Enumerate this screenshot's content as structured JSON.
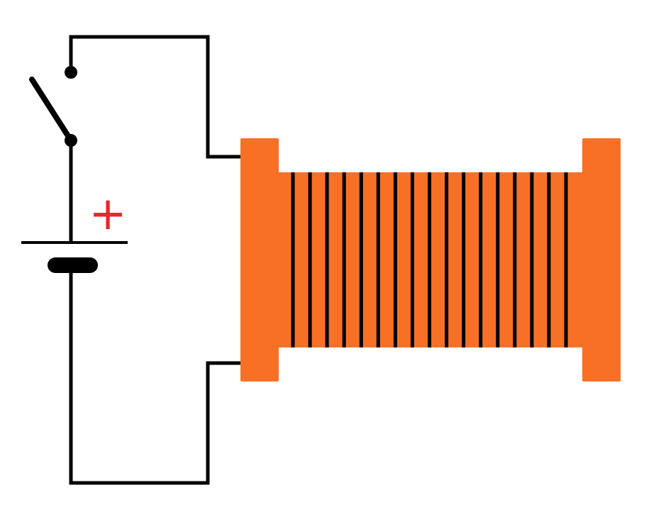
{
  "diagram": {
    "components": [
      {
        "name": "open-switch-icon",
        "kind": "switch",
        "state": "open"
      },
      {
        "name": "battery-icon",
        "kind": "battery"
      },
      {
        "name": "solenoid-coil",
        "kind": "wire coil on spool",
        "turns": 17
      }
    ],
    "battery": {
      "positive_marker": "+"
    }
  },
  "colors": {
    "wire": "#000000",
    "spool": "#f77026",
    "positive_marker": "#e8262c",
    "background": "#ffffff"
  }
}
